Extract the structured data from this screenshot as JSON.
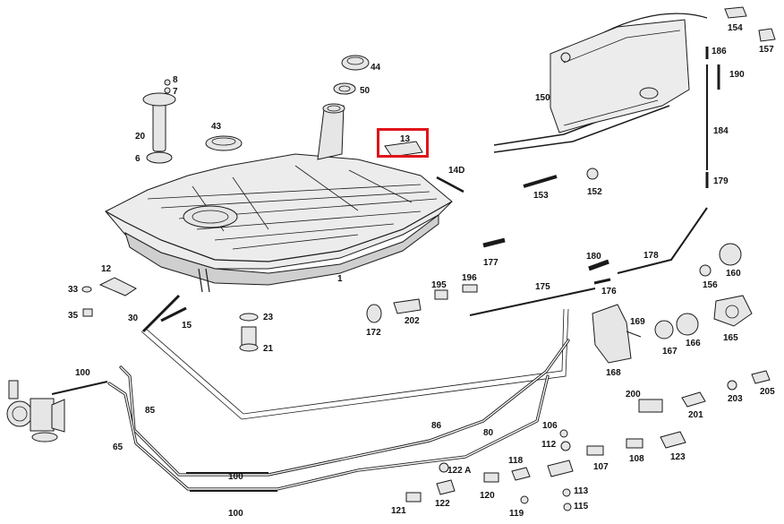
{
  "diagram": {
    "highlight_color": "#e0141a",
    "labels": {
      "p1": "1",
      "p6": "6",
      "p7": "7",
      "p8": "8",
      "p12": "12",
      "p13": "13",
      "p14d": "14D",
      "p15": "15",
      "p20": "20",
      "p21": "21",
      "p23": "23",
      "p30": "30",
      "p33": "33",
      "p35": "35",
      "p43": "43",
      "p44": "44",
      "p50": "50",
      "p65": "65",
      "p80": "80",
      "p85": "85",
      "p86": "86",
      "p100a": "100",
      "p100b": "100",
      "p100c": "100",
      "p106": "106",
      "p107": "107",
      "p108": "108",
      "p112": "112",
      "p113": "113",
      "p115": "115",
      "p118": "118",
      "p119": "119",
      "p120": "120",
      "p121": "121",
      "p122": "122",
      "p122a": "122 A",
      "p123": "123",
      "p150": "150",
      "p152": "152",
      "p153": "153",
      "p154": "154",
      "p156": "156",
      "p157": "157",
      "p160": "160",
      "p165": "165",
      "p166": "166",
      "p167": "167",
      "p168": "168",
      "p169": "169",
      "p172": "172",
      "p175": "175",
      "p176": "176",
      "p177": "177",
      "p178": "178",
      "p179": "179",
      "p180": "180",
      "p184": "184",
      "p186": "186",
      "p190": "190",
      "p195": "195",
      "p196": "196",
      "p200": "200",
      "p201": "201",
      "p202": "202",
      "p203": "203",
      "p205": "205"
    }
  }
}
